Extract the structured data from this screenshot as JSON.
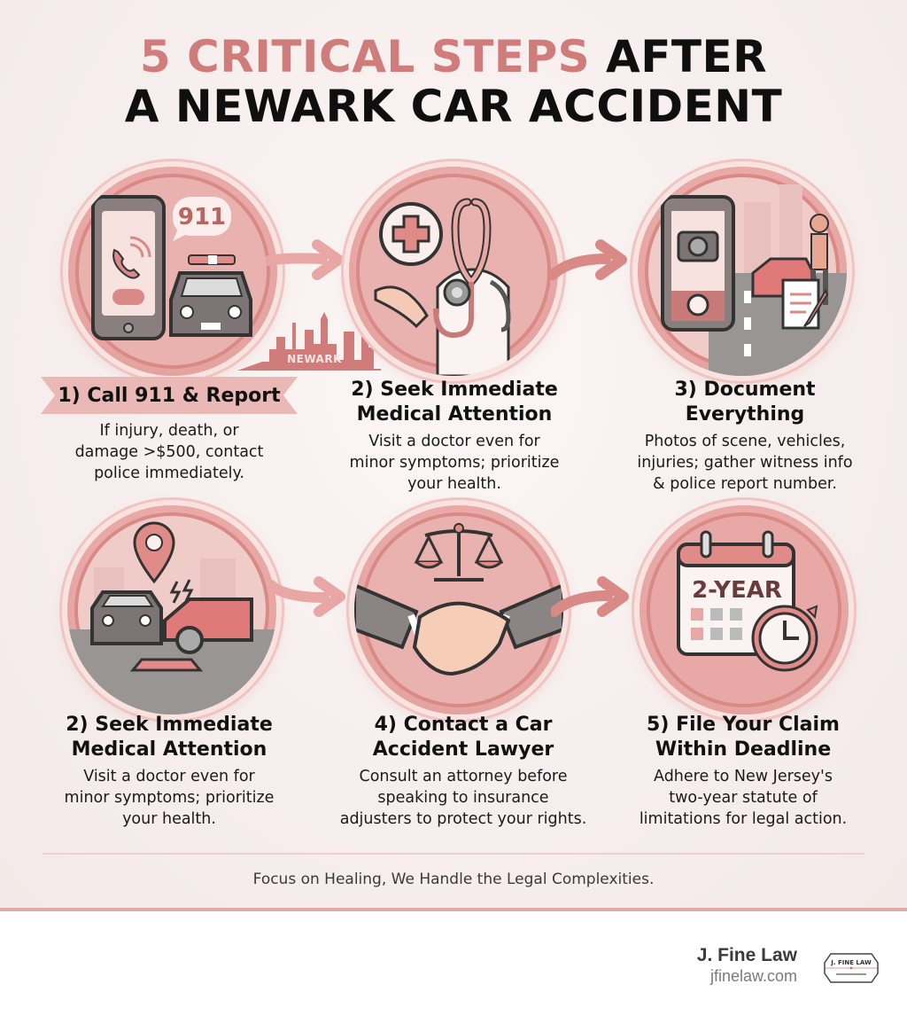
{
  "header": {
    "title_accent": "5 CRITICAL STEPS",
    "title_rest_line1": "AFTER",
    "title_line2": "A NEWARK CAR ACCIDENT"
  },
  "colors": {
    "accent": "#cf7c7b",
    "circle_fill": "#e9a9a6",
    "circle_ring": "#f8e3e1",
    "arrow": "#e39a97",
    "divider": "#ecd2cf",
    "bottom_bar": "#e2aaa7",
    "text_dark": "#111111"
  },
  "steps": [
    {
      "icon": "phone-911-police-car-icon",
      "title": "1) Call 911 & Report",
      "desc_lines": [
        "If injury, death, or",
        "damage >$500, contact",
        "police immediately."
      ],
      "icon_badge_text": "911"
    },
    {
      "icon": "stethoscope-medical-cross-icon",
      "title_lines": [
        "2) Seek Immediate",
        "Medical Attention"
      ],
      "desc_lines": [
        "Visit a doctor even for",
        "minor symptoms; prioritize",
        "your health."
      ]
    },
    {
      "icon": "camera-phone-accident-scene-icon",
      "title_lines": [
        "3) Document",
        "Everything"
      ],
      "desc_lines": [
        "Photos of scene, vehicles,",
        "injuries; gather witness info",
        "& police report number."
      ]
    },
    {
      "icon": "car-collision-location-pin-icon",
      "title_lines": [
        "2) Seek Immediate",
        "Medical Attention"
      ],
      "desc_lines": [
        "Visit a doctor even for",
        "minor symptoms; prioritize",
        "your health."
      ]
    },
    {
      "icon": "handshake-scales-of-justice-icon",
      "title_lines": [
        "4) Contact a Car",
        "Accident Lawyer"
      ],
      "desc_lines": [
        "Consult an attorney before",
        "speaking to insurance",
        "adjusters to protect your rights."
      ]
    },
    {
      "icon": "calendar-clock-deadline-icon",
      "title_lines": [
        "5) File Your Claim",
        "Within Deadline"
      ],
      "desc_lines": [
        "Adhere to New Jersey's",
        "two-year statute of",
        "limitations for legal action."
      ],
      "icon_badge_text": "2-YEAR"
    }
  ],
  "skyline": {
    "label": "NEWARK"
  },
  "tagline": "Focus on Healing, We Handle the Legal Complexities.",
  "footer": {
    "brand_name": "J. Fine Law",
    "brand_url": "jfinelaw.com",
    "badge_text": "J. FINE LAW"
  }
}
